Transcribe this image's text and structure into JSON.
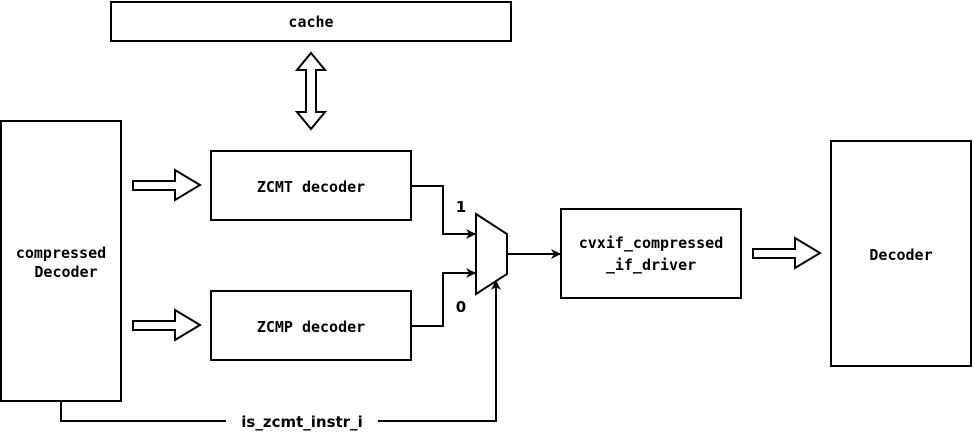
{
  "blocks": {
    "cache": "cache",
    "compressed_decoder_line1": "compressed",
    "compressed_decoder_line2": "Decoder",
    "zcmt_decoder": "ZCMT decoder",
    "zcmp_decoder": "ZCMP decoder",
    "cvxif_line1": "cvxif_compressed",
    "cvxif_line2": "_if_driver",
    "decoder": "Decoder"
  },
  "mux": {
    "input_1": "1",
    "input_0": "0"
  },
  "signals": {
    "select": "is_zcmt_instr_i"
  },
  "colors": {
    "stroke": "#000000",
    "background": "#ffffff"
  }
}
